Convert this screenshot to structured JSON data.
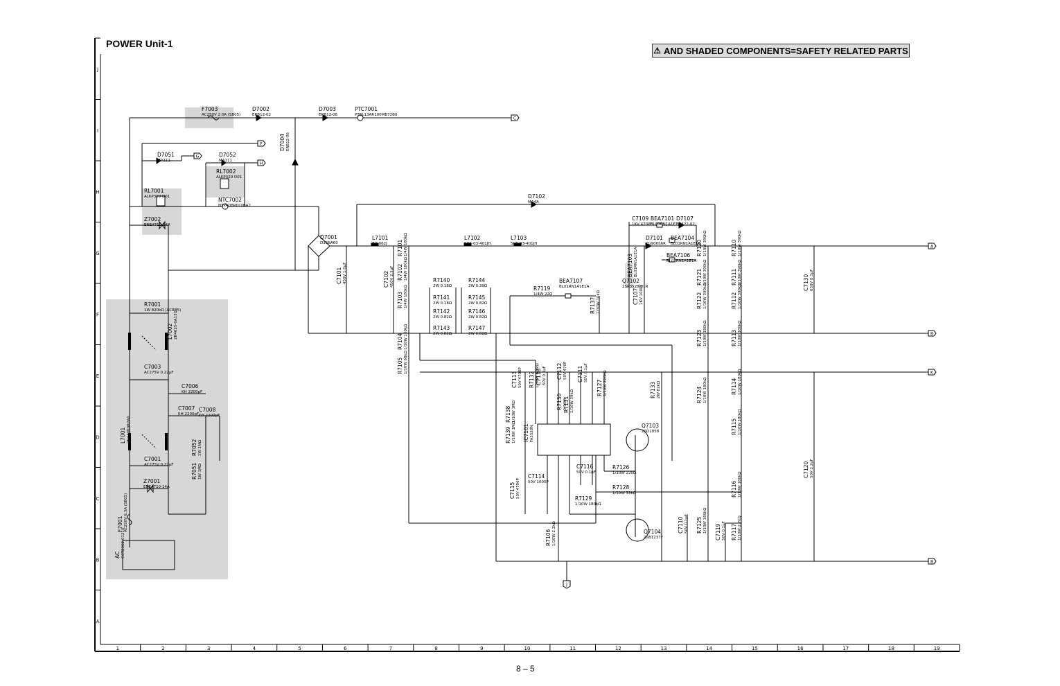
{
  "header": {
    "title": "POWER Unit-1",
    "safety_note": "AND SHADED COMPONENTS=SAFETY RELATED PARTS",
    "warning_icon": "warning-triangle-icon"
  },
  "footer": {
    "page_number": "8 – 5"
  },
  "grid": {
    "columns": [
      "1",
      "2",
      "3",
      "4",
      "5",
      "6",
      "7",
      "8",
      "9",
      "10",
      "11",
      "12",
      "13",
      "14",
      "15",
      "16",
      "17",
      "18",
      "19"
    ],
    "rows": [
      "J",
      "I",
      "H",
      "G",
      "F",
      "E",
      "D",
      "C",
      "B",
      "A"
    ]
  },
  "connectors": [
    "C",
    "F",
    "G",
    "H",
    "A",
    "B",
    "K",
    "B",
    "J"
  ],
  "labels": [
    {
      "ref": "F7003",
      "val": "AC250V 2.0A (SB05)"
    },
    {
      "ref": "D7002",
      "val": "ERB12-02"
    },
    {
      "ref": "D7003",
      "val": "ERB12-06"
    },
    {
      "ref": "PTC7001",
      "val": "PTBL13AR100MB72B0"
    },
    {
      "ref": "D7004",
      "val": "ERB12-06"
    },
    {
      "ref": "D7051",
      "val": "MA111"
    },
    {
      "ref": "D7052",
      "val": "MA111"
    },
    {
      "ref": "RL7002",
      "val": "ALKP329 D01"
    },
    {
      "ref": "RL7001",
      "val": "ALKP329 D01"
    },
    {
      "ref": "NTC7002",
      "val": "NTPAD8R0L0BA2"
    },
    {
      "ref": "Z7002",
      "val": "ENE4710-14A"
    },
    {
      "ref": "D7001",
      "val": "D3SBA60"
    },
    {
      "ref": "L7101",
      "val": "8H-062J"
    },
    {
      "ref": "L7102",
      "val": "5H5-03-401JH"
    },
    {
      "ref": "L7103",
      "val": "5H5-03-401JH"
    },
    {
      "ref": "D7102",
      "val": "MA4A"
    },
    {
      "ref": "C7109",
      "val": "1KV 470PF"
    },
    {
      "ref": "BEA7101",
      "val": "BL01RN1A1E1A"
    },
    {
      "ref": "D7107",
      "val": "ERA22-02"
    },
    {
      "ref": "D7101",
      "val": "YG906S6R"
    },
    {
      "ref": "BEA7104",
      "val": "BL01RN1A1E1A"
    },
    {
      "ref": "BEA7106",
      "val": "BL01RN1A1E1A"
    },
    {
      "ref": "BEA7103",
      "val": "BL01RN1A1E1A"
    },
    {
      "ref": "R7119",
      "val": "1/4W 22Ω"
    },
    {
      "ref": "BEA7107",
      "val": "BL01RN1A1E1A"
    },
    {
      "ref": "Q7102",
      "val": "2SK3528-01R"
    },
    {
      "ref": "C7107",
      "val": "1KV 100PF"
    },
    {
      "ref": "R7137",
      "val": "1/10W 10kΩ"
    },
    {
      "ref": "R7101",
      "val": "1/4W 180kΩ"
    },
    {
      "ref": "R7102",
      "val": "1/4W 180kΩ"
    },
    {
      "ref": "R7103",
      "val": "1/4W 180kΩ"
    },
    {
      "ref": "R7104",
      "val": "1/10W 100kΩ"
    },
    {
      "ref": "R7105",
      "val": "1/10W 68kΩ"
    },
    {
      "ref": "C7101",
      "val": "450V 1.0μF"
    },
    {
      "ref": "C7102",
      "val": "450V 2.2μF"
    },
    {
      "ref": "R7140",
      "val": "2W 0.18Ω"
    },
    {
      "ref": "R7141",
      "val": "2W 0.18Ω"
    },
    {
      "ref": "R7142",
      "val": "2W 0.82Ω"
    },
    {
      "ref": "R7143",
      "val": "2W 0.82Ω"
    },
    {
      "ref": "R7144",
      "val": "2W 0.39Ω"
    },
    {
      "ref": "R7145",
      "val": "2W 0.82Ω"
    },
    {
      "ref": "R7146",
      "val": "2W 0.82Ω"
    },
    {
      "ref": "R7147",
      "val": "2W 0.82Ω"
    },
    {
      "ref": "R7120",
      "val": "1/10W 390kΩ"
    },
    {
      "ref": "R7121",
      "val": "1/10W 390kΩ"
    },
    {
      "ref": "R7122",
      "val": "1/10W 390kΩ"
    },
    {
      "ref": "R7123",
      "val": "1/10W 180kΩ"
    },
    {
      "ref": "R7124",
      "val": "1/10W 180kΩ"
    },
    {
      "ref": "R7125",
      "val": "1/10W 180kΩ"
    },
    {
      "ref": "R7110",
      "val": "1/10W 390kΩ"
    },
    {
      "ref": "R7111",
      "val": "1/10W 390kΩ"
    },
    {
      "ref": "R7112",
      "val": "1/10W 390kΩ"
    },
    {
      "ref": "R7113",
      "val": "1/10W 180kΩ"
    },
    {
      "ref": "R7114",
      "val": "1/10W 180kΩ"
    },
    {
      "ref": "R7115",
      "val": "1/10W 180kΩ"
    },
    {
      "ref": "R7116",
      "val": "1/10W 180kΩ"
    },
    {
      "ref": "R7117",
      "val": "1/10W 2.7kΩ"
    },
    {
      "ref": "C7130",
      "val": "630V 0.1μF"
    },
    {
      "ref": "C7120",
      "val": "50V 2.2μF"
    },
    {
      "ref": "IC7101",
      "val": "FA5528N"
    },
    {
      "ref": "Q7103",
      "val": "2SD1858"
    },
    {
      "ref": "Q7104",
      "val": "2SB1237F"
    },
    {
      "ref": "R7133",
      "val": "2W 82kΩ"
    },
    {
      "ref": "R7126",
      "val": "1/10W 220Ω"
    },
    {
      "ref": "R7128",
      "val": "1/10W 33kΩ"
    },
    {
      "ref": "R7129",
      "val": "1/10W 180kΩ"
    },
    {
      "ref": "C7110",
      "val": "50V 0.1μF"
    },
    {
      "ref": "C7119",
      "val": "50V 0.1μF"
    },
    {
      "ref": "C7113",
      "val": "50V 4700P"
    },
    {
      "ref": "C7114",
      "val": "50V 1000P"
    },
    {
      "ref": "C7115",
      "val": "50V 4700P"
    },
    {
      "ref": "C7116",
      "val": "50V 0.1μF"
    },
    {
      "ref": "C7118",
      "val": "50V 0.1μF"
    },
    {
      "ref": "C7112",
      "val": "50V 470P"
    },
    {
      "ref": "C7111",
      "val": "50V 0.1μF"
    },
    {
      "ref": "R7127",
      "val": "1/10W 220kΩ"
    },
    {
      "ref": "R7132",
      "val": "1/10W 6.2kΩ"
    },
    {
      "ref": "R7130",
      "val": "1/10W"
    },
    {
      "ref": "R7131",
      "val": "1/10W 39kΩ"
    },
    {
      "ref": "R7138",
      "val": "1/10W 1MΩ"
    },
    {
      "ref": "R7139",
      "val": "1/10W 1MΩ"
    },
    {
      "ref": "R7106",
      "val": "1/10W 2.2kΩ"
    },
    {
      "ref": "R7001",
      "val": "1W 820kΩ (ACRB5)"
    },
    {
      "ref": "L7002",
      "val": "2R4625-0A13G"
    },
    {
      "ref": "C7003",
      "val": "AC275V 0.22μF"
    },
    {
      "ref": "C7006",
      "val": "KH 2200pF"
    },
    {
      "ref": "C7007",
      "val": "KH 2200pF"
    },
    {
      "ref": "C7008",
      "val": "KH 2200pF"
    },
    {
      "ref": "L7001",
      "val": "2R7A0K0R7A0"
    },
    {
      "ref": "C7001",
      "val": "AC275V 0.22μF"
    },
    {
      "ref": "Z7001",
      "val": "ENE4710-14A"
    },
    {
      "ref": "R7052",
      "val": "1W 1MΩ"
    },
    {
      "ref": "R7051",
      "val": "1W 1MΩ"
    },
    {
      "ref": "F7001",
      "val": "AC250V 6.3A (SB05)"
    },
    {
      "ref": "AC",
      "val": "CCT2362-01210"
    }
  ]
}
